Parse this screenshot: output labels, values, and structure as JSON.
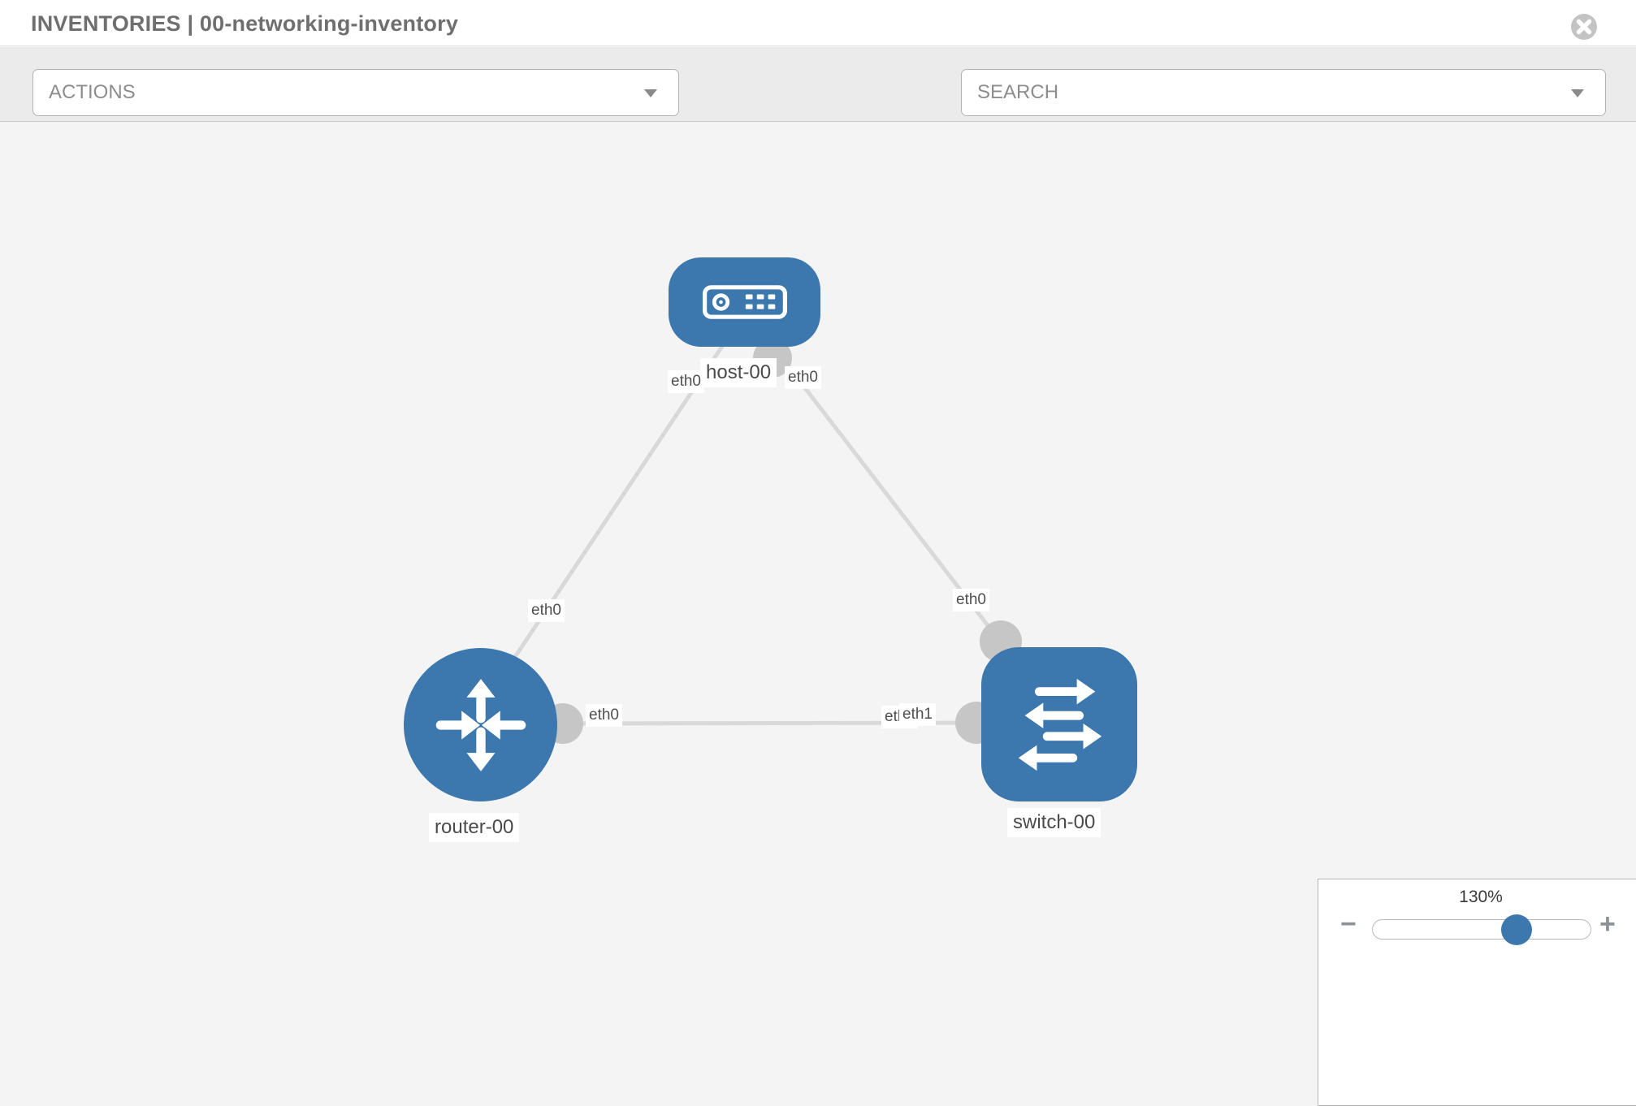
{
  "header": {
    "title": "INVENTORIES | 00-networking-inventory"
  },
  "toolbar": {
    "actions_label": "ACTIONS",
    "search_placeholder": "SEARCH",
    "icons": [
      "wrench-icon",
      "key-icon"
    ]
  },
  "topology": {
    "nodes": [
      {
        "id": "host-00",
        "type": "host",
        "label": "host-00"
      },
      {
        "id": "router-00",
        "type": "router",
        "label": "router-00"
      },
      {
        "id": "switch-00",
        "type": "switch",
        "label": "switch-00"
      }
    ],
    "links": [
      {
        "from": "host-00",
        "to": "router-00"
      },
      {
        "from": "host-00",
        "to": "switch-00"
      },
      {
        "from": "router-00",
        "to": "switch-00"
      }
    ],
    "if_labels": {
      "host_left": "eth0",
      "host_right": "eth0",
      "router_top": "eth0",
      "router_port": "eth0",
      "switch_port_hidden": "eth0",
      "switch_port": "eth1",
      "switch_top": "eth0"
    }
  },
  "zoom_control": {
    "level": "130%",
    "minus": "−",
    "plus": "+"
  },
  "colors": {
    "node_blue": "#3c77ae",
    "link_gray": "#d9d9d9",
    "port_gray": "#c6c6c6",
    "canvas_bg": "#f4f4f4"
  }
}
